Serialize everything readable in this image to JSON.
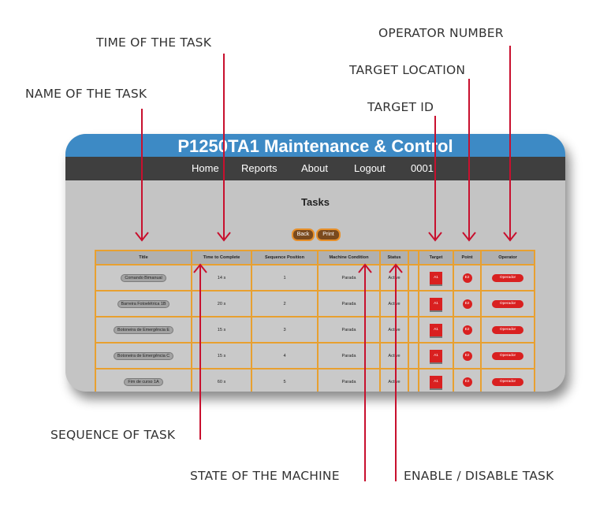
{
  "callouts": {
    "name_of_task": "NAME OF THE TASK",
    "time_of_task": "TIME OF THE TASK",
    "operator_number": "OPERATOR NUMBER",
    "target_location": "TARGET LOCATION",
    "target_id": "TARGET ID",
    "sequence_of_task": "SEQUENCE OF TASK",
    "state_of_machine": "STATE OF THE MACHINE",
    "enable_disable_task": "ENABLE / DISABLE TASK"
  },
  "app": {
    "title": "P1250TA1 Maintenance & Control",
    "nav": [
      "Home",
      "Reports",
      "About",
      "Logout",
      "0001"
    ],
    "page_heading": "Tasks",
    "back_label": "Back",
    "print_label": "Print"
  },
  "table": {
    "headers": [
      "Title",
      "Time to Complete",
      "Sequence Position",
      "Machine Condition",
      "Status",
      "",
      "Target",
      "Point",
      "Operator"
    ],
    "rows": [
      {
        "title": "Comando Bimanual",
        "time": "14 s",
        "seq": "1",
        "condition": "Parada",
        "status": "Active",
        "target": "A1",
        "point": "E2",
        "operator": "Operador"
      },
      {
        "title": "Barreira Fotoelétrica 1B",
        "time": "20 s",
        "seq": "2",
        "condition": "Parada",
        "status": "Active",
        "target": "A1",
        "point": "E2",
        "operator": "Operador"
      },
      {
        "title": "Botoneira de Emergência E",
        "time": "15 s",
        "seq": "3",
        "condition": "Parada",
        "status": "Active",
        "target": "A1",
        "point": "E2",
        "operator": "Operador"
      },
      {
        "title": "Botoneira de Emergência C",
        "time": "15 s",
        "seq": "4",
        "condition": "Parada",
        "status": "Active",
        "target": "A1",
        "point": "E2",
        "operator": "Operador"
      },
      {
        "title": "Fim de curso 1A",
        "time": "60 s",
        "seq": "5",
        "condition": "Parada",
        "status": "Active",
        "target": "A1",
        "point": "E2",
        "operator": "Operador"
      }
    ]
  },
  "colors": {
    "title_bar": "#3d8ac5",
    "nav_bar": "#3f3f3f",
    "table_border": "#e8a030",
    "marker_red": "#d92020",
    "arrow_red": "#c8102e"
  }
}
